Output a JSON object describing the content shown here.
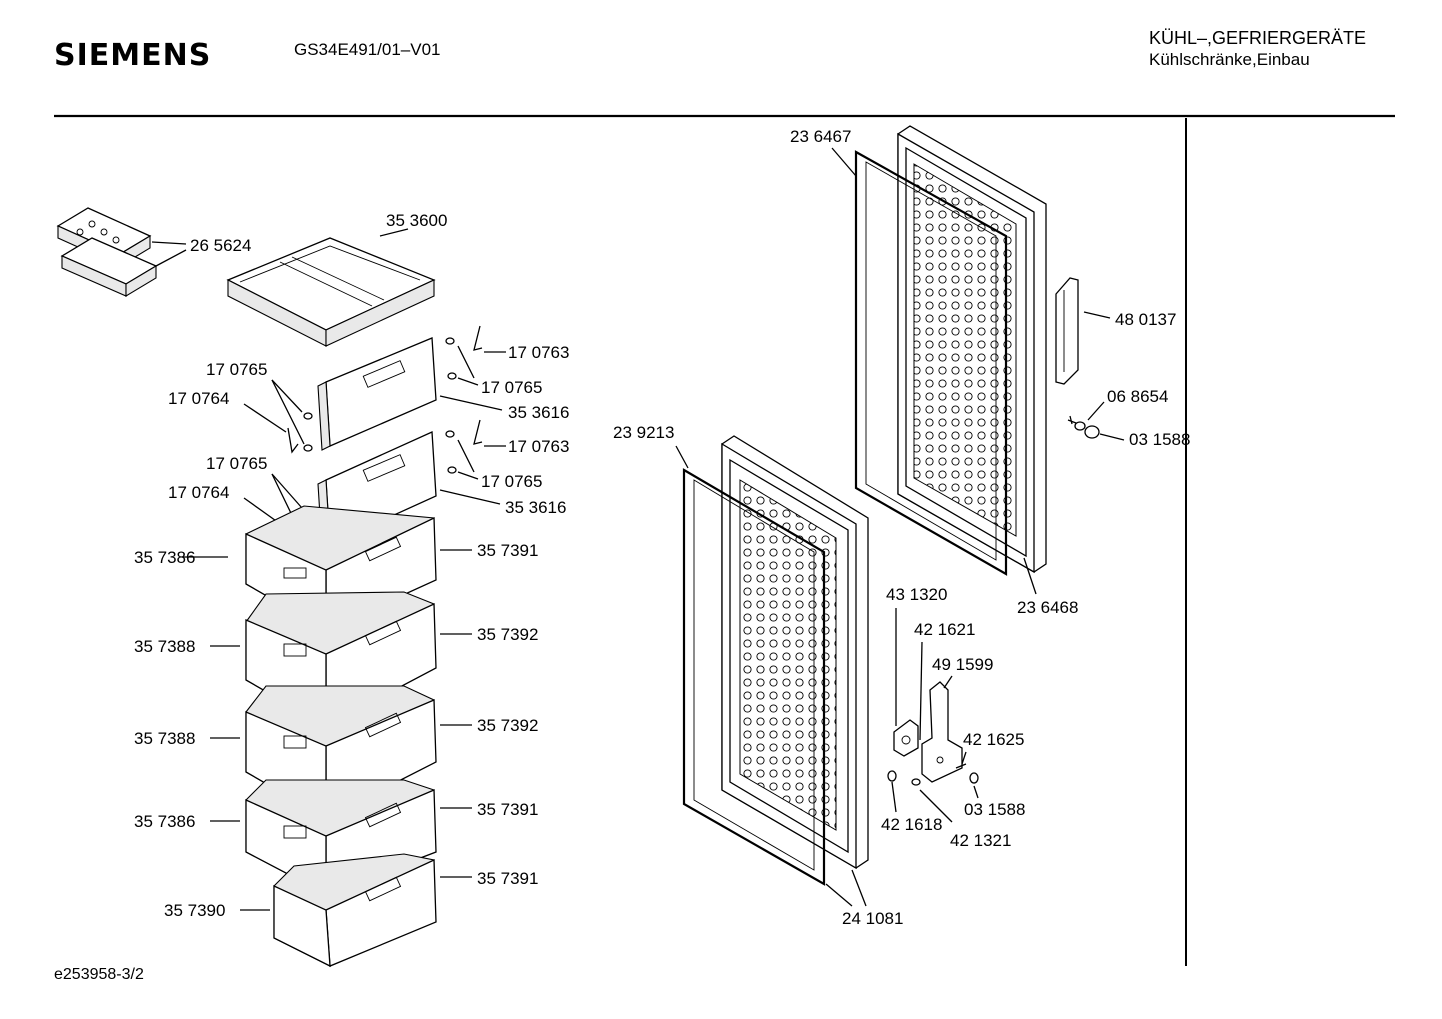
{
  "header": {
    "brand": "SIEMENS",
    "model": "GS34E491/01–V01",
    "category_line1": "KÜHL–,GEFRIERGERÄTE",
    "category_line2": "Kühlschränke,Einbau"
  },
  "footer": {
    "doc_id": "e253958-3/2"
  },
  "labels": {
    "l265624": "26 5624",
    "l353600": "35 3600",
    "l170763a": "17 0763",
    "l170765a": "17 0765",
    "l170765b": "17 0765",
    "l170764a": "17 0764",
    "l353616a": "35 3616",
    "l170763b": "17 0763",
    "l170765c": "17 0765",
    "l170765d": "17 0765",
    "l170764b": "17 0764",
    "l353616b": "35 3616",
    "l357386a": "35 7386",
    "l357391a": "35 7391",
    "l357388a": "35 7388",
    "l357392a": "35 7392",
    "l357388b": "35 7388",
    "l357392b": "35 7392",
    "l357386b": "35 7386",
    "l357391b": "35 7391",
    "l357390": "35 7390",
    "l357391c": "35 7391",
    "l236467": "23 6467",
    "l480137": "48 0137",
    "l068654": "06 8654",
    "l031588a": "03 1588",
    "l239213": "23 9213",
    "l236468": "23 6468",
    "l431320": "43 1320",
    "l421621": "42 1621",
    "l491599": "49 1599",
    "l421625": "42 1625",
    "l031588b": "03 1588",
    "l421618": "42 1618",
    "l421321": "42 1321",
    "l241081": "24 1081"
  }
}
